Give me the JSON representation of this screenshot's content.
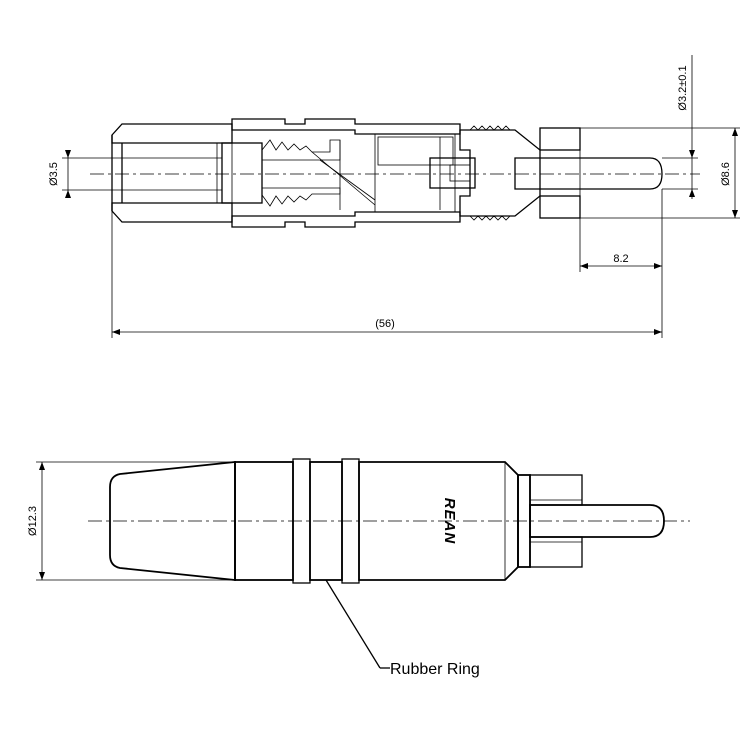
{
  "dimensions": {
    "d_inner": "Ø3.5",
    "d_pin": "Ø3.2±0.1",
    "d_shell": "Ø8.6",
    "pin_length": "8.2",
    "total_length": "(56)",
    "d_body": "Ø12.3"
  },
  "brand_text": "REAN",
  "callout": {
    "label": "Rubber Ring"
  }
}
